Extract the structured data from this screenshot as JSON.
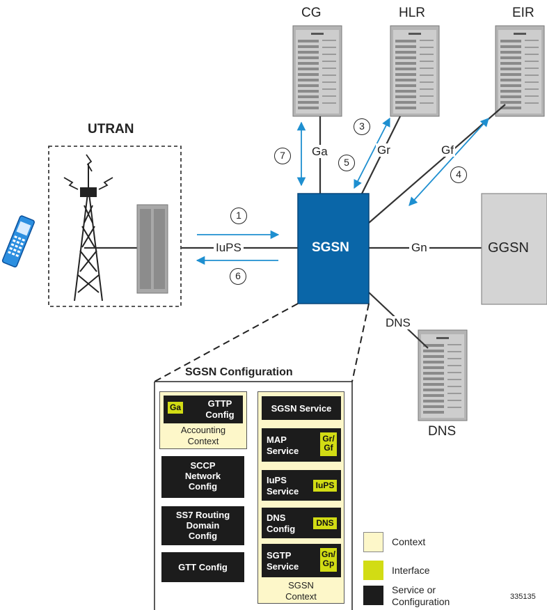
{
  "nodes": {
    "cg": "CG",
    "hlr": "HLR",
    "eir": "EIR",
    "utran": "UTRAN",
    "sgsn": "SGSN",
    "ggsn": "GGSN",
    "dns_server": "DNS"
  },
  "interfaces": {
    "ga": "Ga",
    "gr": "Gr",
    "gf": "Gf",
    "iups": "IuPS",
    "gn": "Gn",
    "dns": "DNS"
  },
  "steps": [
    "1",
    "3",
    "4",
    "5",
    "6",
    "7"
  ],
  "config": {
    "title": "SGSN Configuration",
    "accounting": {
      "ga_tag": "Ga",
      "gttp_line1": "GTTP",
      "gttp_line2": "Config",
      "ctx_line1": "Accounting",
      "ctx_line2": "Context"
    },
    "sccp": [
      "SCCP",
      "Network",
      "Config"
    ],
    "ss7": [
      "SS7 Routing",
      "Domain",
      "Config"
    ],
    "gtt": "GTT Config",
    "sgsn_service": "SGSN Service",
    "map": {
      "line1": "MAP",
      "line2": "Service",
      "tag1": "Gr/",
      "tag2": "Gf"
    },
    "iups": {
      "line1": "IuPS",
      "line2": "Service",
      "tag": "IuPS"
    },
    "dns": {
      "line1": "DNS",
      "line2": "Config",
      "tag": "DNS"
    },
    "sgtp": {
      "line1": "SGTP",
      "line2": "Service",
      "tag1": "Gn/",
      "tag2": "Gp"
    },
    "sgsn_ctx": {
      "line1": "SGSN",
      "line2": "Context"
    }
  },
  "legend": {
    "context": "Context",
    "interface": "Interface",
    "service_line1": "Service or",
    "service_line2": "Configuration"
  },
  "figure_id": "335135",
  "colors": {
    "sgsn_blue": "#0a66a8",
    "arrow_blue": "#1e8fd0",
    "context_yellow": "#fdf7c9",
    "interface_green": "#d2dc14",
    "block_black": "#1c1c1c",
    "ggsn_gray": "#d4d4d4"
  }
}
